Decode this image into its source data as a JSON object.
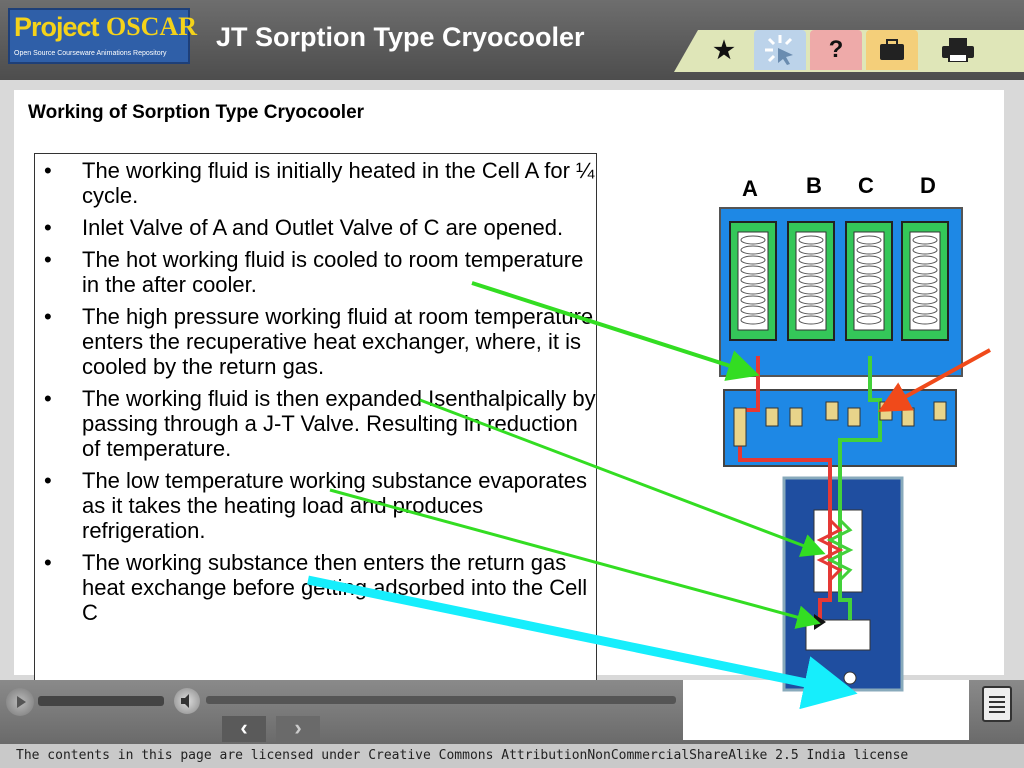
{
  "header": {
    "logo_project": "Project",
    "logo_oscar": "OSCAR",
    "logo_subtitle": "Open Source Courseware Animations Repository",
    "title": "JT Sorption Type Cryocooler",
    "toolbar": [
      {
        "icon": "star-icon",
        "glyph": "★"
      },
      {
        "icon": "cursor-icon",
        "glyph": "✳"
      },
      {
        "icon": "help-icon",
        "glyph": "?"
      },
      {
        "icon": "briefcase-icon",
        "glyph": "▆"
      },
      {
        "icon": "printer-icon",
        "glyph": "▄"
      }
    ]
  },
  "content": {
    "section_title": "Working of Sorption Type Cryocooler",
    "bullets": [
      "The working fluid is initially heated in the Cell A for ¼ cycle.",
      " Inlet Valve of A  and Outlet Valve of C are opened.",
      "The hot working fluid is cooled to room temperature in the after cooler.",
      "The high pressure working fluid at room temperature enters the recuperative heat exchanger, where, it is cooled by the return gas.",
      "The working fluid is  then expanded Isenthalpically by passing  through a J-T Valve. Resulting in reduction of temperature.",
      "The low temperature working substance evaporates as it takes the heating load and produces refrigeration.",
      "The working substance  then enters the return gas heat exchange before getting adsorbed  into the Cell C"
    ]
  },
  "diagram": {
    "cell_labels": [
      "A",
      "B",
      "C",
      "D"
    ]
  },
  "player": {
    "prev_glyph": "‹",
    "next_glyph": "›"
  },
  "footer": {
    "license": "The contents in this page are licensed under Creative Commons AttributionNonCommercialShareAlike 2.5 India license"
  }
}
